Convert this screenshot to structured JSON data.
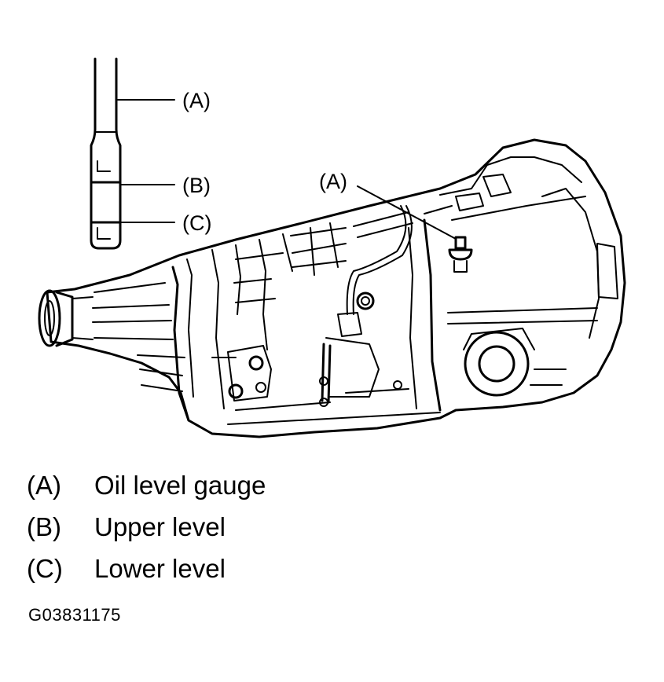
{
  "diagram": {
    "callouts": {
      "gauge_a": "(A)",
      "gauge_b": "(B)",
      "gauge_c": "(C)",
      "filler_a": "(A)"
    }
  },
  "legend": [
    {
      "key": "(A)",
      "text": "Oil level gauge"
    },
    {
      "key": "(B)",
      "text": "Upper level"
    },
    {
      "key": "(C)",
      "text": "Lower level"
    }
  ],
  "figure_id": "G03831175"
}
